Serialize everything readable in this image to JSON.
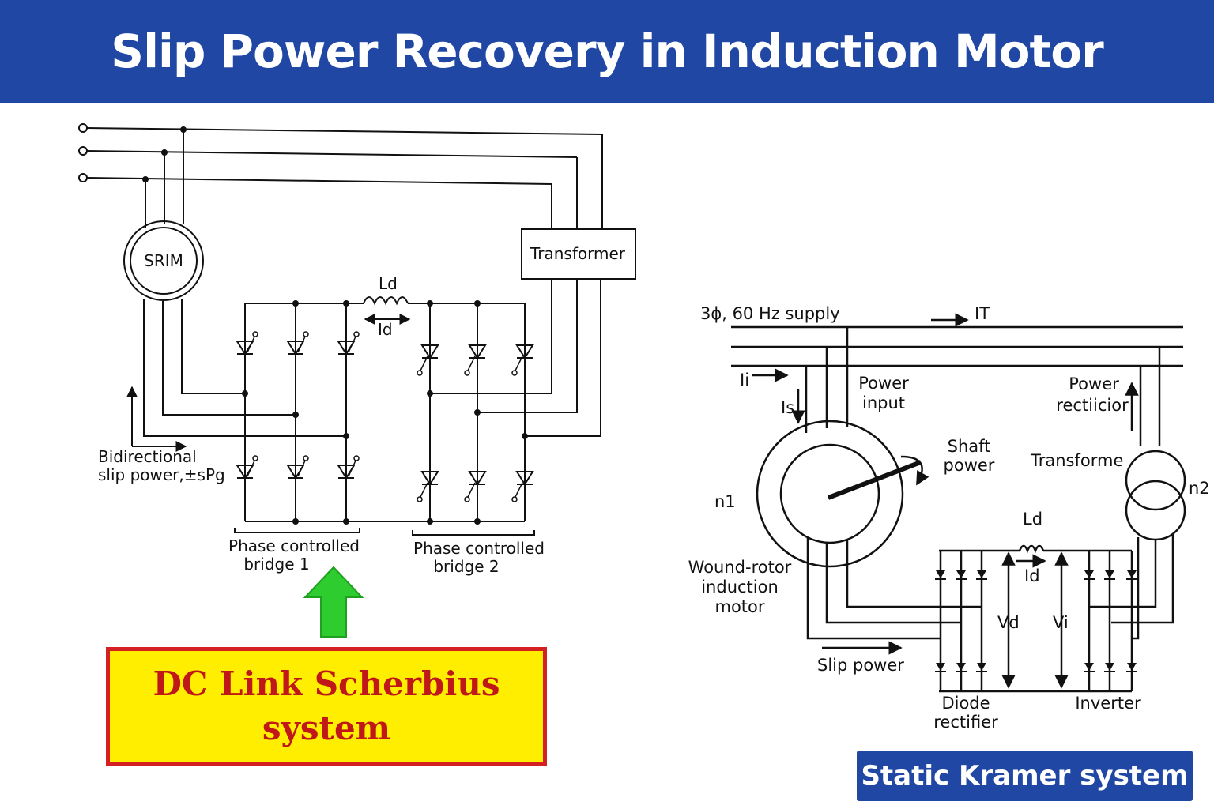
{
  "header": {
    "title": "Slip Power Recovery in Induction Motor"
  },
  "left_diagram": {
    "machine": "SRIM",
    "transformer": "Transformer",
    "inductor_label": "Ld",
    "current_label": "Id",
    "slip_power_note": [
      "Bidirectional",
      "slip power,±sPg"
    ],
    "bridge1": [
      "Phase controlled",
      "bridge 1"
    ],
    "bridge2": [
      "Phase controlled",
      "bridge 2"
    ]
  },
  "right_diagram": {
    "supply": "3ϕ, 60 Hz supply",
    "total_current": "IT",
    "input_current": "Ii",
    "stator_current": "Is",
    "power_input": [
      "Power",
      "input"
    ],
    "power_rectifier": [
      "Power",
      "rectiicior"
    ],
    "shaft_power": [
      "Shaft",
      "power"
    ],
    "transformer": "Transforme",
    "speed_n1": "n1",
    "speed_n2": "n2",
    "motor": [
      "Wound-rotor",
      "induction",
      "motor"
    ],
    "inductor_label": "Ld",
    "current_label": "Id",
    "vd": "Vd",
    "vi": "Vi",
    "slip_power": "Slip power",
    "diode_rectifier": [
      "Diode",
      "rectifier"
    ],
    "inverter": "Inverter"
  },
  "callouts": {
    "scherbius": "DC Link Scherbius\nsystem",
    "kramer": "Static Kramer system"
  },
  "colors": {
    "header_bg": "#1f47a3",
    "callout_yellow": "#ffee00",
    "callout_red": "#d42020",
    "arrow_green": "#2ecc2e"
  }
}
